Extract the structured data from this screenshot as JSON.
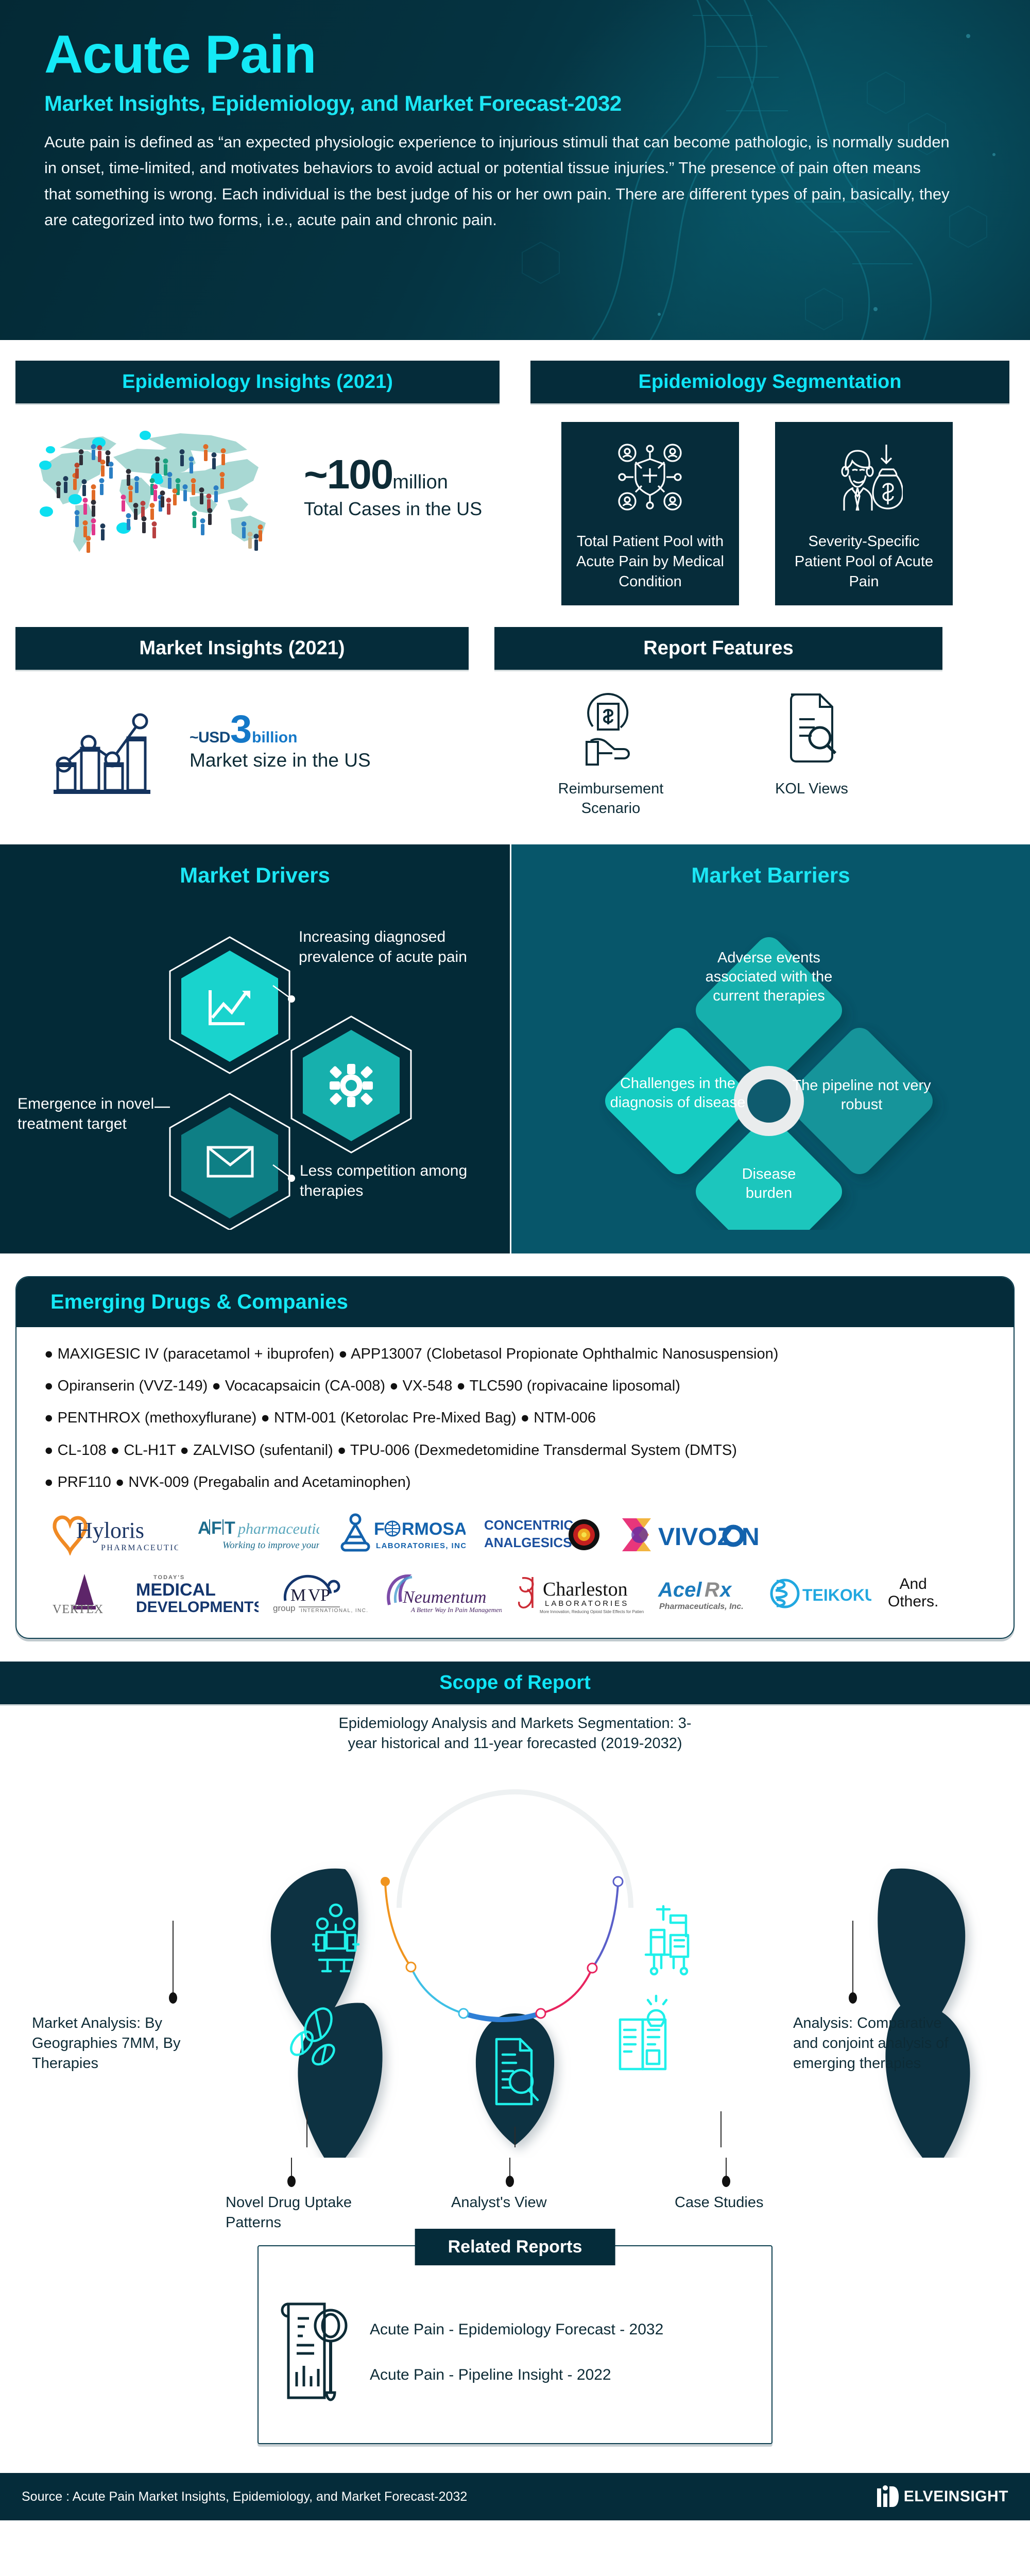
{
  "hero": {
    "title": "Acute Pain",
    "subtitle": "Market Insights, Epidemiology, and Market Forecast-2032",
    "body": "Acute pain is defined as “an expected physiologic experience to injurious stimuli that can become pathologic, is normally sudden in onset, time-limited, and motivates behaviors to avoid actual or potential tissue injuries.” The presence of pain often means that something is wrong. Each individual is the best judge of his or her own pain. There are different types of pain, basically, they are categorized into two forms, i.e., acute pain and chronic pain."
  },
  "epidemiology_insights": {
    "banner": "Epidemiology Insights (2021)",
    "stat_value": "~100",
    "stat_unit": "million",
    "stat_caption": "Total Cases in the US"
  },
  "epidemiology_segmentation": {
    "banner": "Epidemiology Segmentation",
    "cards": [
      {
        "label": "Total Patient Pool with Acute Pain by Medical Condition",
        "icon": "patient-network-shield-icon"
      },
      {
        "label": "Severity-Specific Patient Pool of Acute Pain",
        "icon": "patient-cost-icon"
      }
    ]
  },
  "market_insights": {
    "banner": "Market Insights (2021)",
    "usd_prefix": "~USD",
    "usd_value": "3",
    "usd_suffix": "billion",
    "caption": "Market size in the US"
  },
  "report_features": {
    "banner": "Report Features",
    "items": [
      {
        "label": "Reimbursement Scenario",
        "icon": "hand-money-icon"
      },
      {
        "label": "KOL Views",
        "icon": "document-search-icon"
      }
    ]
  },
  "market_drivers": {
    "title": "Market Drivers",
    "items": [
      {
        "label": "Increasing diagnosed prevalence of acute pain",
        "icon": "growth-chart-icon"
      },
      {
        "label": "Emergence in novel treatment target",
        "icon": "gear-icon"
      },
      {
        "label": "Less competition among therapies",
        "icon": "envelope-icon"
      }
    ]
  },
  "market_barriers": {
    "title": "Market Barriers",
    "items": [
      {
        "label": "Adverse events associated with the current therapies"
      },
      {
        "label": "Challenges in the diagnosis of disease"
      },
      {
        "label": "The pipeline not very robust"
      },
      {
        "label": "Disease burden"
      }
    ]
  },
  "emerging_drugs": {
    "title": "Emerging Drugs & Companies",
    "lines": [
      "● MAXIGESIC IV (paracetamol + ibuprofen)  ● APP13007 (Clobetasol Propionate Ophthalmic Nanosuspension)",
      "● Opiranserin (VVZ-149)  ● Vocacapsaicin (CA-008)  ● VX-548  ● TLC590 (ropivacaine liposomal)",
      "● PENTHROX (methoxyflurane)  ● NTM-001 (Ketorolac Pre-Mixed Bag)  ● NTM-006",
      "● CL-108  ● CL-H1T  ● ZALVISO (sufentanil)  ● TPU-006 (Dexmedetomidine Transdermal System (DMTS)",
      "● PRF110  ● NVK-009 (Pregabalin and Acetaminophen)"
    ],
    "logos_row1": [
      "Hyloris PHARMACEUTICALS",
      "AFT pharmaceuticals — Working to improve your health",
      "FORMOSA LABORATORIES, INC.",
      "CONCENTRIC ANALGESICS",
      "VIVOZON"
    ],
    "logos_row2": [
      "VERTEX",
      "TODAY'S MEDICAL DEVELOPMENTS",
      "MVP group INTERNATIONAL, INC.",
      "Neumentum — A Better Way In Pain Management",
      "Charleston LABORATORIES",
      "AcelRx Pharmaceuticals, Inc.",
      "TEIKOKU"
    ],
    "and_others_line1": "And",
    "and_others_line2": "Others."
  },
  "scope": {
    "banner": "Scope of Report",
    "center_label": "Epidemiology Analysis and Markets Segmentation: 3-year historical and 11-year forecasted (2019-2032)",
    "left_label": "Market Analysis: By Geographies 7MM, By Therapies",
    "right_label": "Analysis: Comparative and conjoint analysis of emerging therapies",
    "bottom_left_label": "Novel Drug Uptake Patterns",
    "bottom_center_label": "Analyst's View",
    "bottom_right_label": "Case Studies"
  },
  "related_reports": {
    "title": "Related Reports",
    "items": [
      "Acute Pain - Epidemiology Forecast - 2032",
      "Acute Pain - Pipeline Insight - 2022"
    ]
  },
  "footer": {
    "source": "Source : Acute Pain Market Insights, Epidemiology, and Market Forecast-2032",
    "brand": "ELVEINSIGHT"
  },
  "colors": {
    "deep_navy": "#052c3a",
    "panel_dark": "#032a37",
    "panel_teal": "#07566a",
    "cyan": "#14e9f6",
    "teal_bright": "#1bc8c0",
    "teal_mid": "#18a9a6",
    "teal_deep": "#0f7f84",
    "blue_accent": "#1478c8"
  }
}
